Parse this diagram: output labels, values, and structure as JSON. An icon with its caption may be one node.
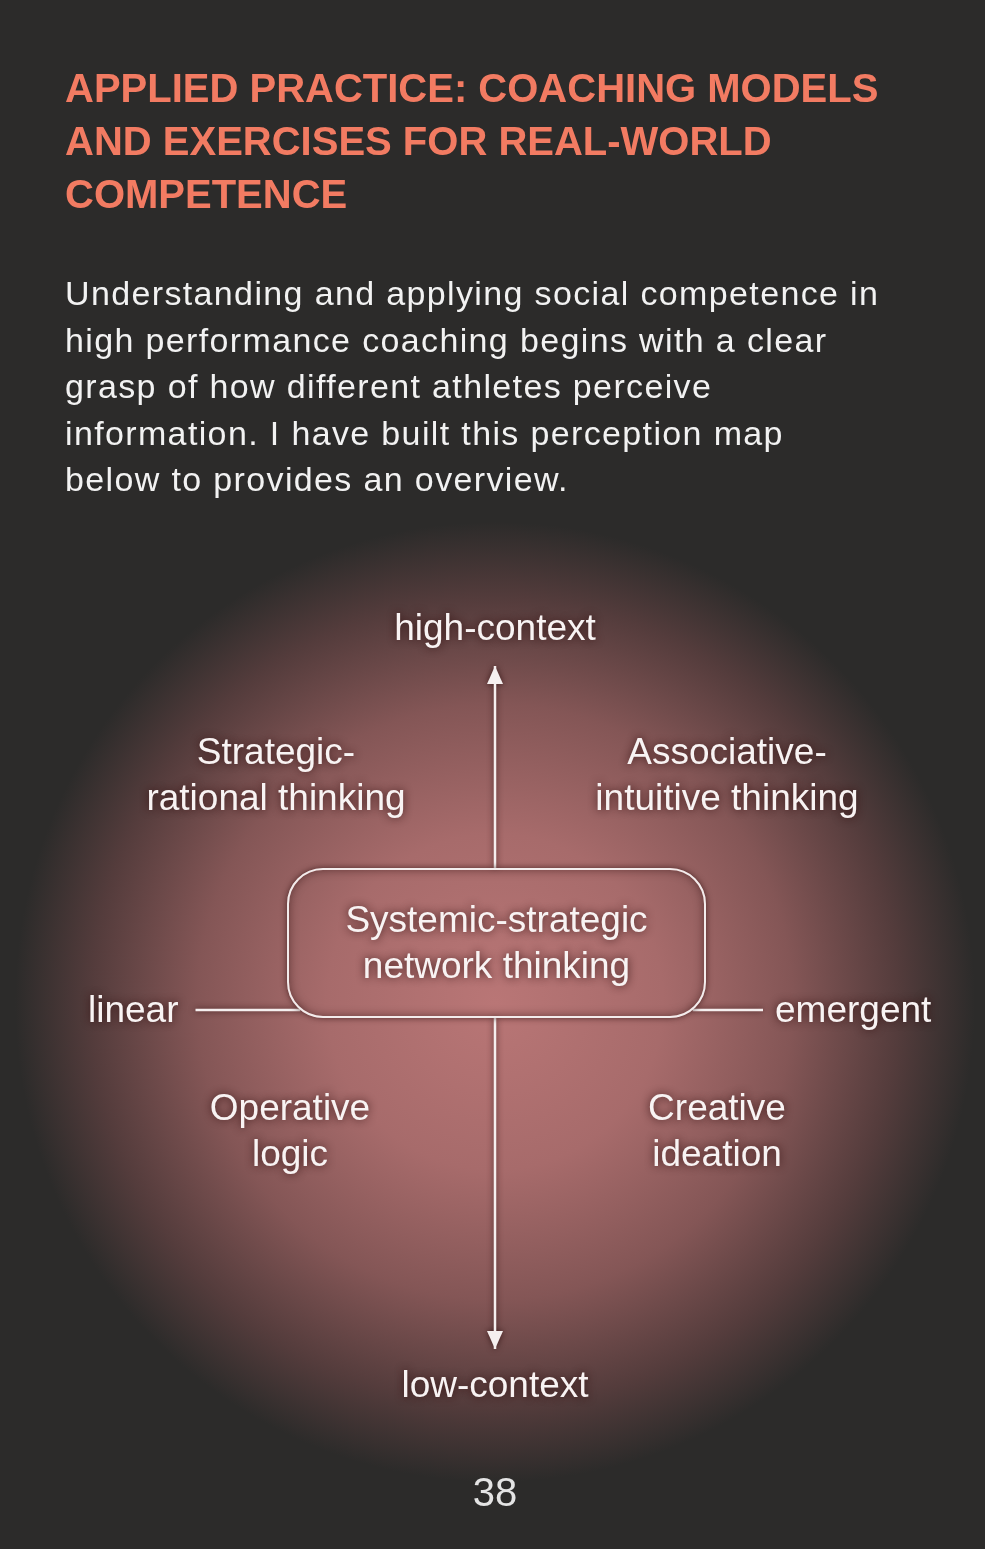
{
  "diagram": {
    "title": "APPLIED PRACTICE: COACHING MODELS AND EXERCISES FOR REAL-WORLD COMPETENCE",
    "nodes": [
      {
        "text": [
          "high-context"
        ]
      },
      {
        "text": [
          "Systemic-strategic network thinking"
        ]
      },
      {
        "text": [
          "linear"
        ]
      },
      {
        "text": [
          "emergent"
        ]
      },
      {
        "text": [
          "low-context"
        ]
      }
    ],
    "edges": [
      {
        "from": 1,
        "to": 0,
        "arrow": "to"
      },
      {
        "from": 1,
        "to": 4,
        "arrow": "to"
      },
      {
        "from": 1,
        "to": 2,
        "arrow": "none"
      },
      {
        "from": 1,
        "to": 3,
        "arrow": "none"
      }
    ],
    "labels": [
      "Understanding and applying social competence in high performance coaching begins with a clear grasp of how different athletes perceive information. I have built this perception map below to provides an overview.",
      "Strategic-rational thinking",
      "Associative-intuitive thinking",
      "Operative logic",
      "Creative ideation",
      "38"
    ]
  }
}
